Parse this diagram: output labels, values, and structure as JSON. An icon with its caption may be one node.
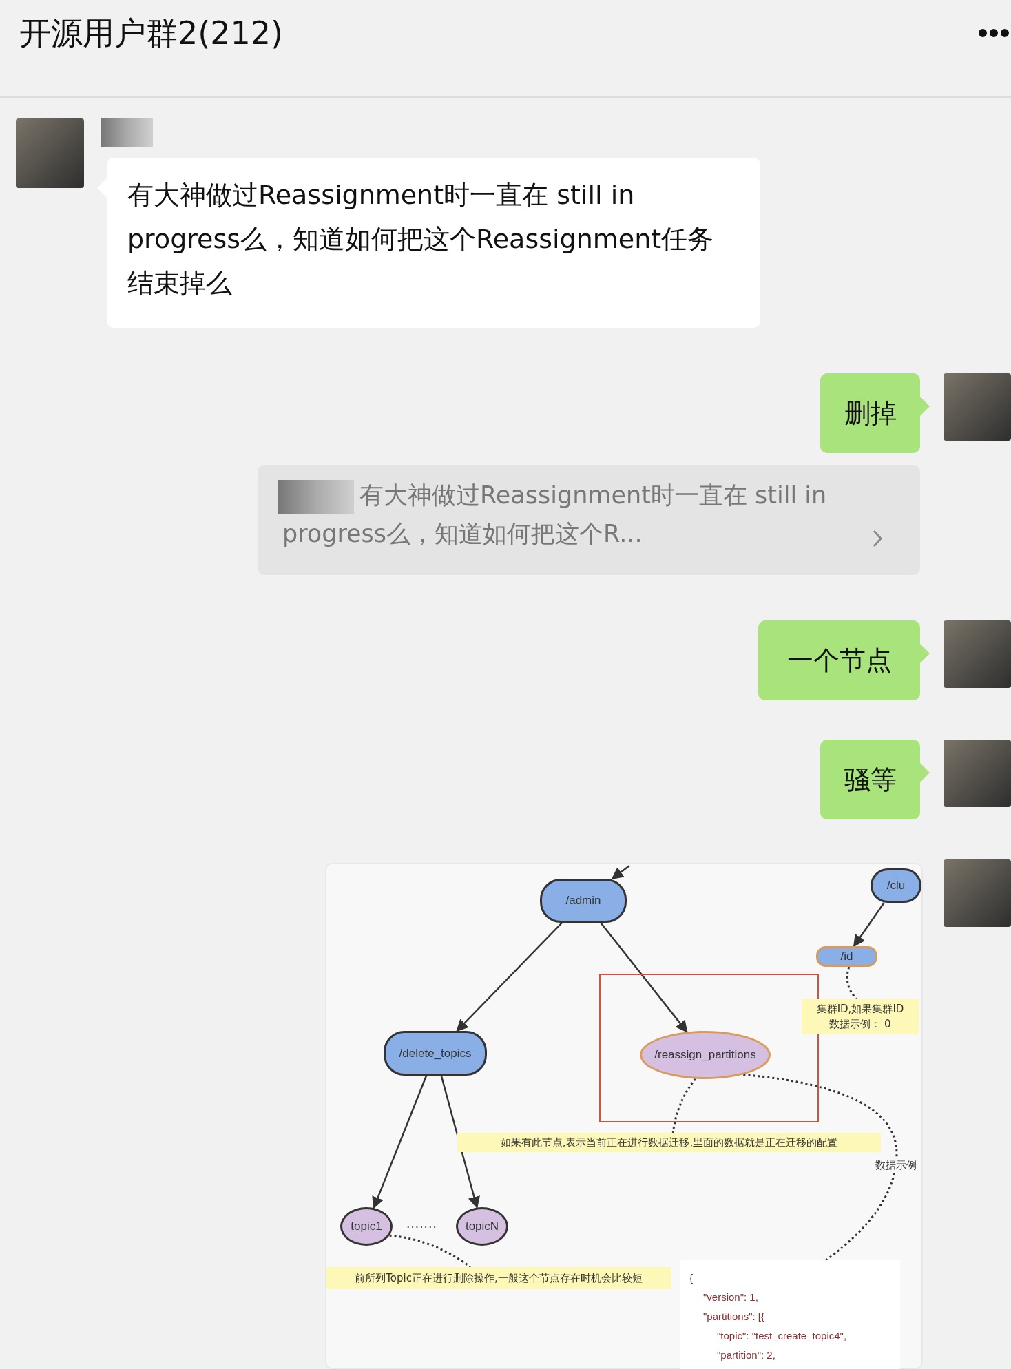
{
  "diagram": {
    "title": "开源用户群2(212)",
    "nodes": [
      {
        "text": [
          "有大神做过Reassignment时一直在 still in progress么，知道如何把这个Reassignment任务结束掉么"
        ]
      },
      {
        "text": [
          "删掉"
        ]
      },
      {
        "text": [
          "有大神做过Reassignment时一直在 still in progress么，知道如何把这个R..."
        ]
      },
      {
        "text": [
          "一个节点"
        ]
      },
      {
        "text": [
          "骚等"
        ]
      },
      {
        "text": [],
        "shape": "box"
      },
      {
        "text": [
          "/admin"
        ],
        "in": 5
      },
      {
        "text": [
          "/delete_topics"
        ],
        "in": 5
      },
      {
        "text": [],
        "shape": "box",
        "in": 5
      },
      {
        "text": [
          "/reassign_partitions"
        ],
        "in": 8
      },
      {
        "text": [
          "topic1"
        ],
        "in": 5
      },
      {
        "text": [
          "topicN"
        ],
        "in": 5
      },
      {
        "text": [
          "/clu"
        ],
        "in": 5
      },
      {
        "text": [
          "/id"
        ],
        "in": 5
      },
      {
        "text": [
          "集群ID,如果集群ID 数据示例： 0"
        ],
        "in": 5
      },
      {
        "text": [
          "如果有此节点,表示当前正在进行数据迁移,里面的数据就是正在迁移的配置"
        ],
        "in": 5
      },
      {
        "text": [
          "前所列Topic正在进行删除操作,一般这个节点存在时机会比较短"
        ],
        "in": 5
      },
      {
        "text": [
          "{",
          "\"version\": 1,",
          "\"partitions\": [{",
          "\"topic\": \"test_create_topic4\",",
          "\"partition\": 2,"
        ],
        "in": 5
      },
      {
        "text": [],
        "shape": "picture"
      },
      {
        "text": [],
        "shape": "picture",
        "in": 2
      }
    ],
    "edges": [
      {
        "from": null,
        "to": 6,
        "arrow": "to"
      },
      {
        "from": 6,
        "to": 7,
        "arrow": "to"
      },
      {
        "from": 6,
        "to": 9,
        "arrow": "to"
      },
      {
        "from": 7,
        "to": 10,
        "arrow": "to"
      },
      {
        "from": 7,
        "to": 11,
        "arrow": "to"
      },
      {
        "from": 12,
        "to": 13,
        "arrow": "to"
      },
      {
        "from": 13,
        "to": 14,
        "arrow": "none",
        "style": "dashed"
      },
      {
        "from": 9,
        "to": 15,
        "arrow": "none",
        "style": "dashed"
      },
      {
        "from": 9,
        "to": 17,
        "arrow": "none",
        "style": "dashed",
        "label": "数据示例"
      },
      {
        "from": 10,
        "to": 16,
        "arrow": "none",
        "style": "dashed"
      }
    ],
    "labels": [
      "......."
    ]
  }
}
